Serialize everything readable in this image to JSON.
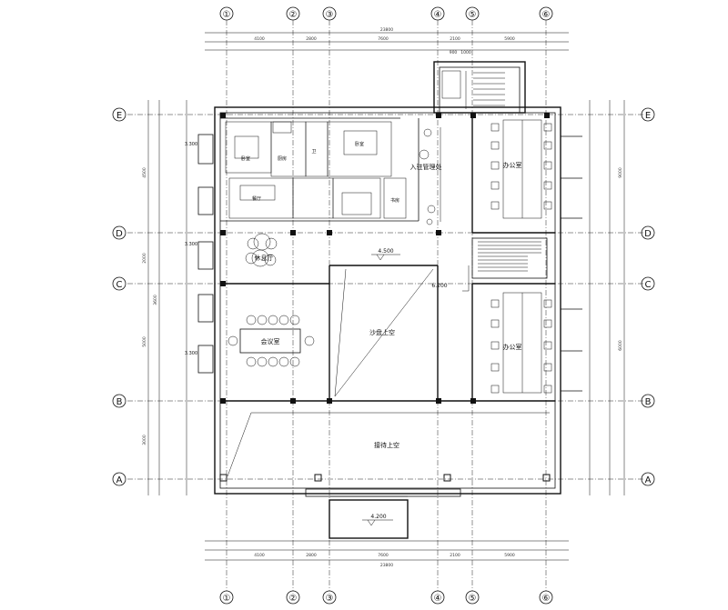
{
  "axes_vertical": [
    "①",
    "②",
    "③",
    "④",
    "⑤",
    "⑥"
  ],
  "axes_horizontal": [
    "E",
    "D",
    "C",
    "B",
    "A"
  ],
  "overall_dimension": "23800",
  "top_dimensions": [
    "4100",
    "2800",
    "7600",
    "2100",
    "5900"
  ],
  "top_sub_dimensions": [
    "900",
    "1000"
  ],
  "left_dimensions": [
    "4500",
    "2000",
    "5000",
    "3000",
    "3600"
  ],
  "right_dimensions": [
    "9000",
    "6000"
  ],
  "rooms": {
    "reception_area": "入驻管理处",
    "office_upper": "办公室",
    "office_lower": "办公室",
    "meeting_room": "会议室",
    "lounge": "休息厅",
    "sand_table_void": "沙盘上空",
    "hall_void": "接待上空",
    "bedroom": "卧室",
    "kitchen": "厨房",
    "dining": "餐厅",
    "study": "书房",
    "bath": "卫"
  },
  "elevations": {
    "corridor": "4.500",
    "stair_landing": "6.200",
    "entrance_canopy": "4.200",
    "side_1": "3.300",
    "side_2": "3.300",
    "side_3": "3.300"
  }
}
